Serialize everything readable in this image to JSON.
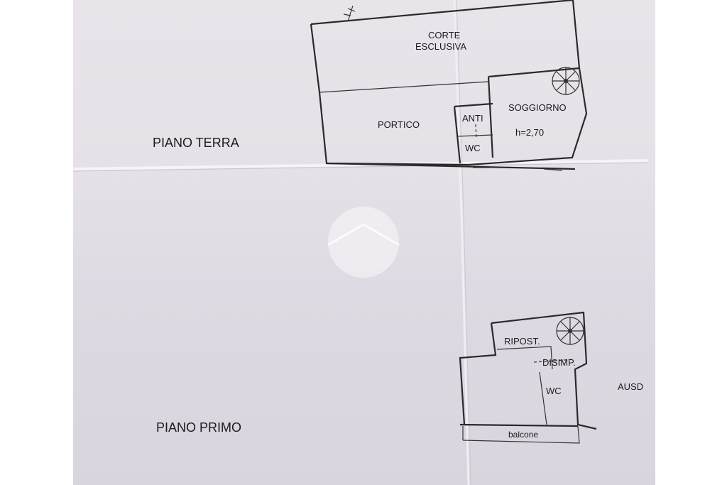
{
  "ground_floor": {
    "title": "PIANO TERRA",
    "courtyard_line1": "CORTE",
    "courtyard_line2": "ESCLUSIVA",
    "porch": "PORTICO",
    "anteroom": "ANTI",
    "wc": "WC",
    "living_room": "SOGGIORNO",
    "height": "h=2,70"
  },
  "first_floor": {
    "title": "PIANO PRIMO",
    "storage": "RIPOST.",
    "hallway": "DISIMP.",
    "wc": "WC",
    "balcony": "balcone",
    "note": "AUSD"
  },
  "colors": {
    "paper": "#e6e1e8",
    "ink": "#1c1c1c",
    "fold": "#f3f0f4"
  },
  "icons": [
    "spiral-staircase-icon",
    "watermark-logo-icon"
  ]
}
